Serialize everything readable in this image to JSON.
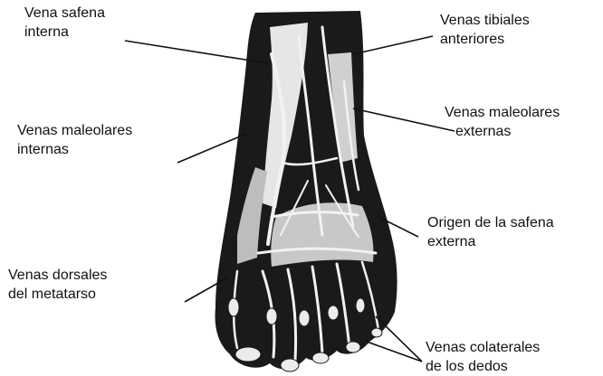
{
  "labels": {
    "vena_safena_interna": [
      "Vena safena",
      "interna"
    ],
    "venas_tibiales_anteriores": [
      "Venas tibiales",
      "anteriores"
    ],
    "venas_maleolares_internas": [
      "Venas maleolares",
      "internas"
    ],
    "venas_maleolares_externas": [
      "Venas maleolares",
      "externas"
    ],
    "origen_safena_externa": [
      "Origen de la safena",
      "externa"
    ],
    "venas_dorsales_metatarso": [
      "Venas dorsales",
      "del metatarso"
    ],
    "venas_colaterales_dedos": [
      "Venas colaterales",
      "de los dedos"
    ]
  },
  "colors": {
    "ink": "#111111",
    "vein": "#1a1a1a",
    "skin": "#f2f2f2",
    "shade": "#bdbdbd"
  }
}
